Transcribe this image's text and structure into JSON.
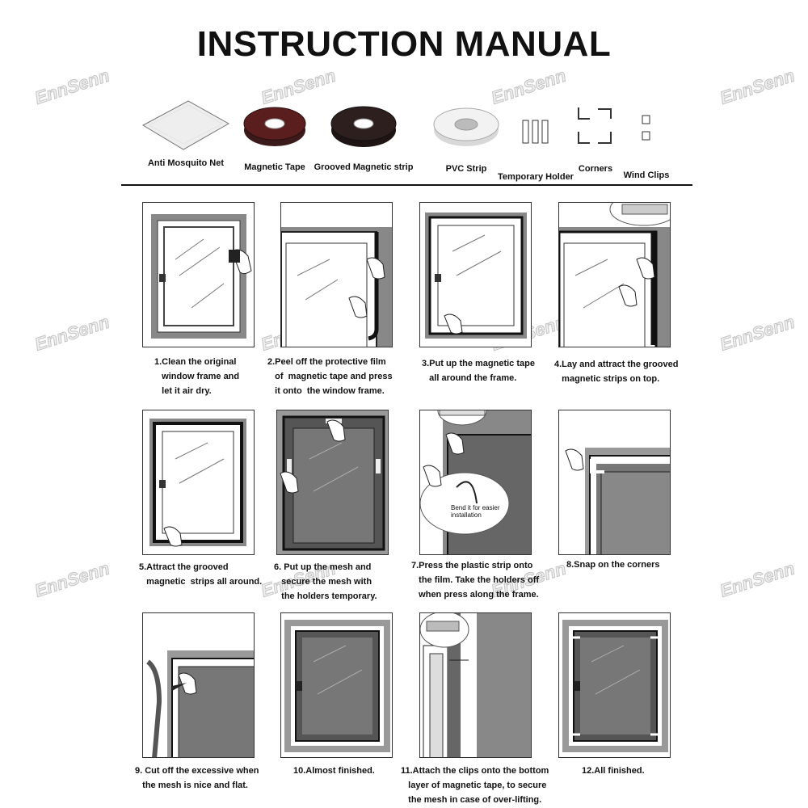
{
  "title": "INSTRUCTION MANUAL",
  "watermark": "EnnSenn",
  "parts": [
    {
      "label": "Anti Mosquito Net",
      "icon": "mosquito-net-icon"
    },
    {
      "label": "Magnetic Tape",
      "icon": "magnetic-tape-roll-icon"
    },
    {
      "label": "Grooved Magnetic strip",
      "icon": "grooved-magnetic-strip-roll-icon"
    },
    {
      "label": "PVC Strip",
      "icon": "pvc-strip-roll-icon"
    },
    {
      "label": "Temporary Holder",
      "icon": "temporary-holder-icon"
    },
    {
      "label": "Corners",
      "icon": "corners-icon"
    },
    {
      "label": "Wind Clips",
      "icon": "wind-clips-icon"
    }
  ],
  "steps": [
    {
      "caption": "1.Clean the original\n   window frame and\n   let it air dry."
    },
    {
      "caption": "2.Peel off the protective film\n   of  magnetic tape and press\n   it onto  the window frame."
    },
    {
      "caption": "3.Put up the magnetic tape\n   all around the frame."
    },
    {
      "caption": "4.Lay and attract the grooved\n   magnetic strips on top."
    },
    {
      "caption": "5.Attract the grooved\n   magnetic  strips all around."
    },
    {
      "caption": "6. Put up the mesh and\n   secure the mesh with\n   the holders temporary."
    },
    {
      "caption": "7.Press the plastic strip onto\n   the film. Take the holders off\n   when press along the frame.",
      "callout": "Bend it for easier\ninstallation"
    },
    {
      "caption": "8.Snap on the corners"
    },
    {
      "caption": "9. Cut off the excessive when\n   the mesh is nice and flat."
    },
    {
      "caption": "10.Almost finished."
    },
    {
      "caption": "11.Attach the clips onto the bottom\n   layer of magnetic tape, to secure\n   the mesh in case of over-lifting."
    },
    {
      "caption": "12.All finished."
    }
  ]
}
